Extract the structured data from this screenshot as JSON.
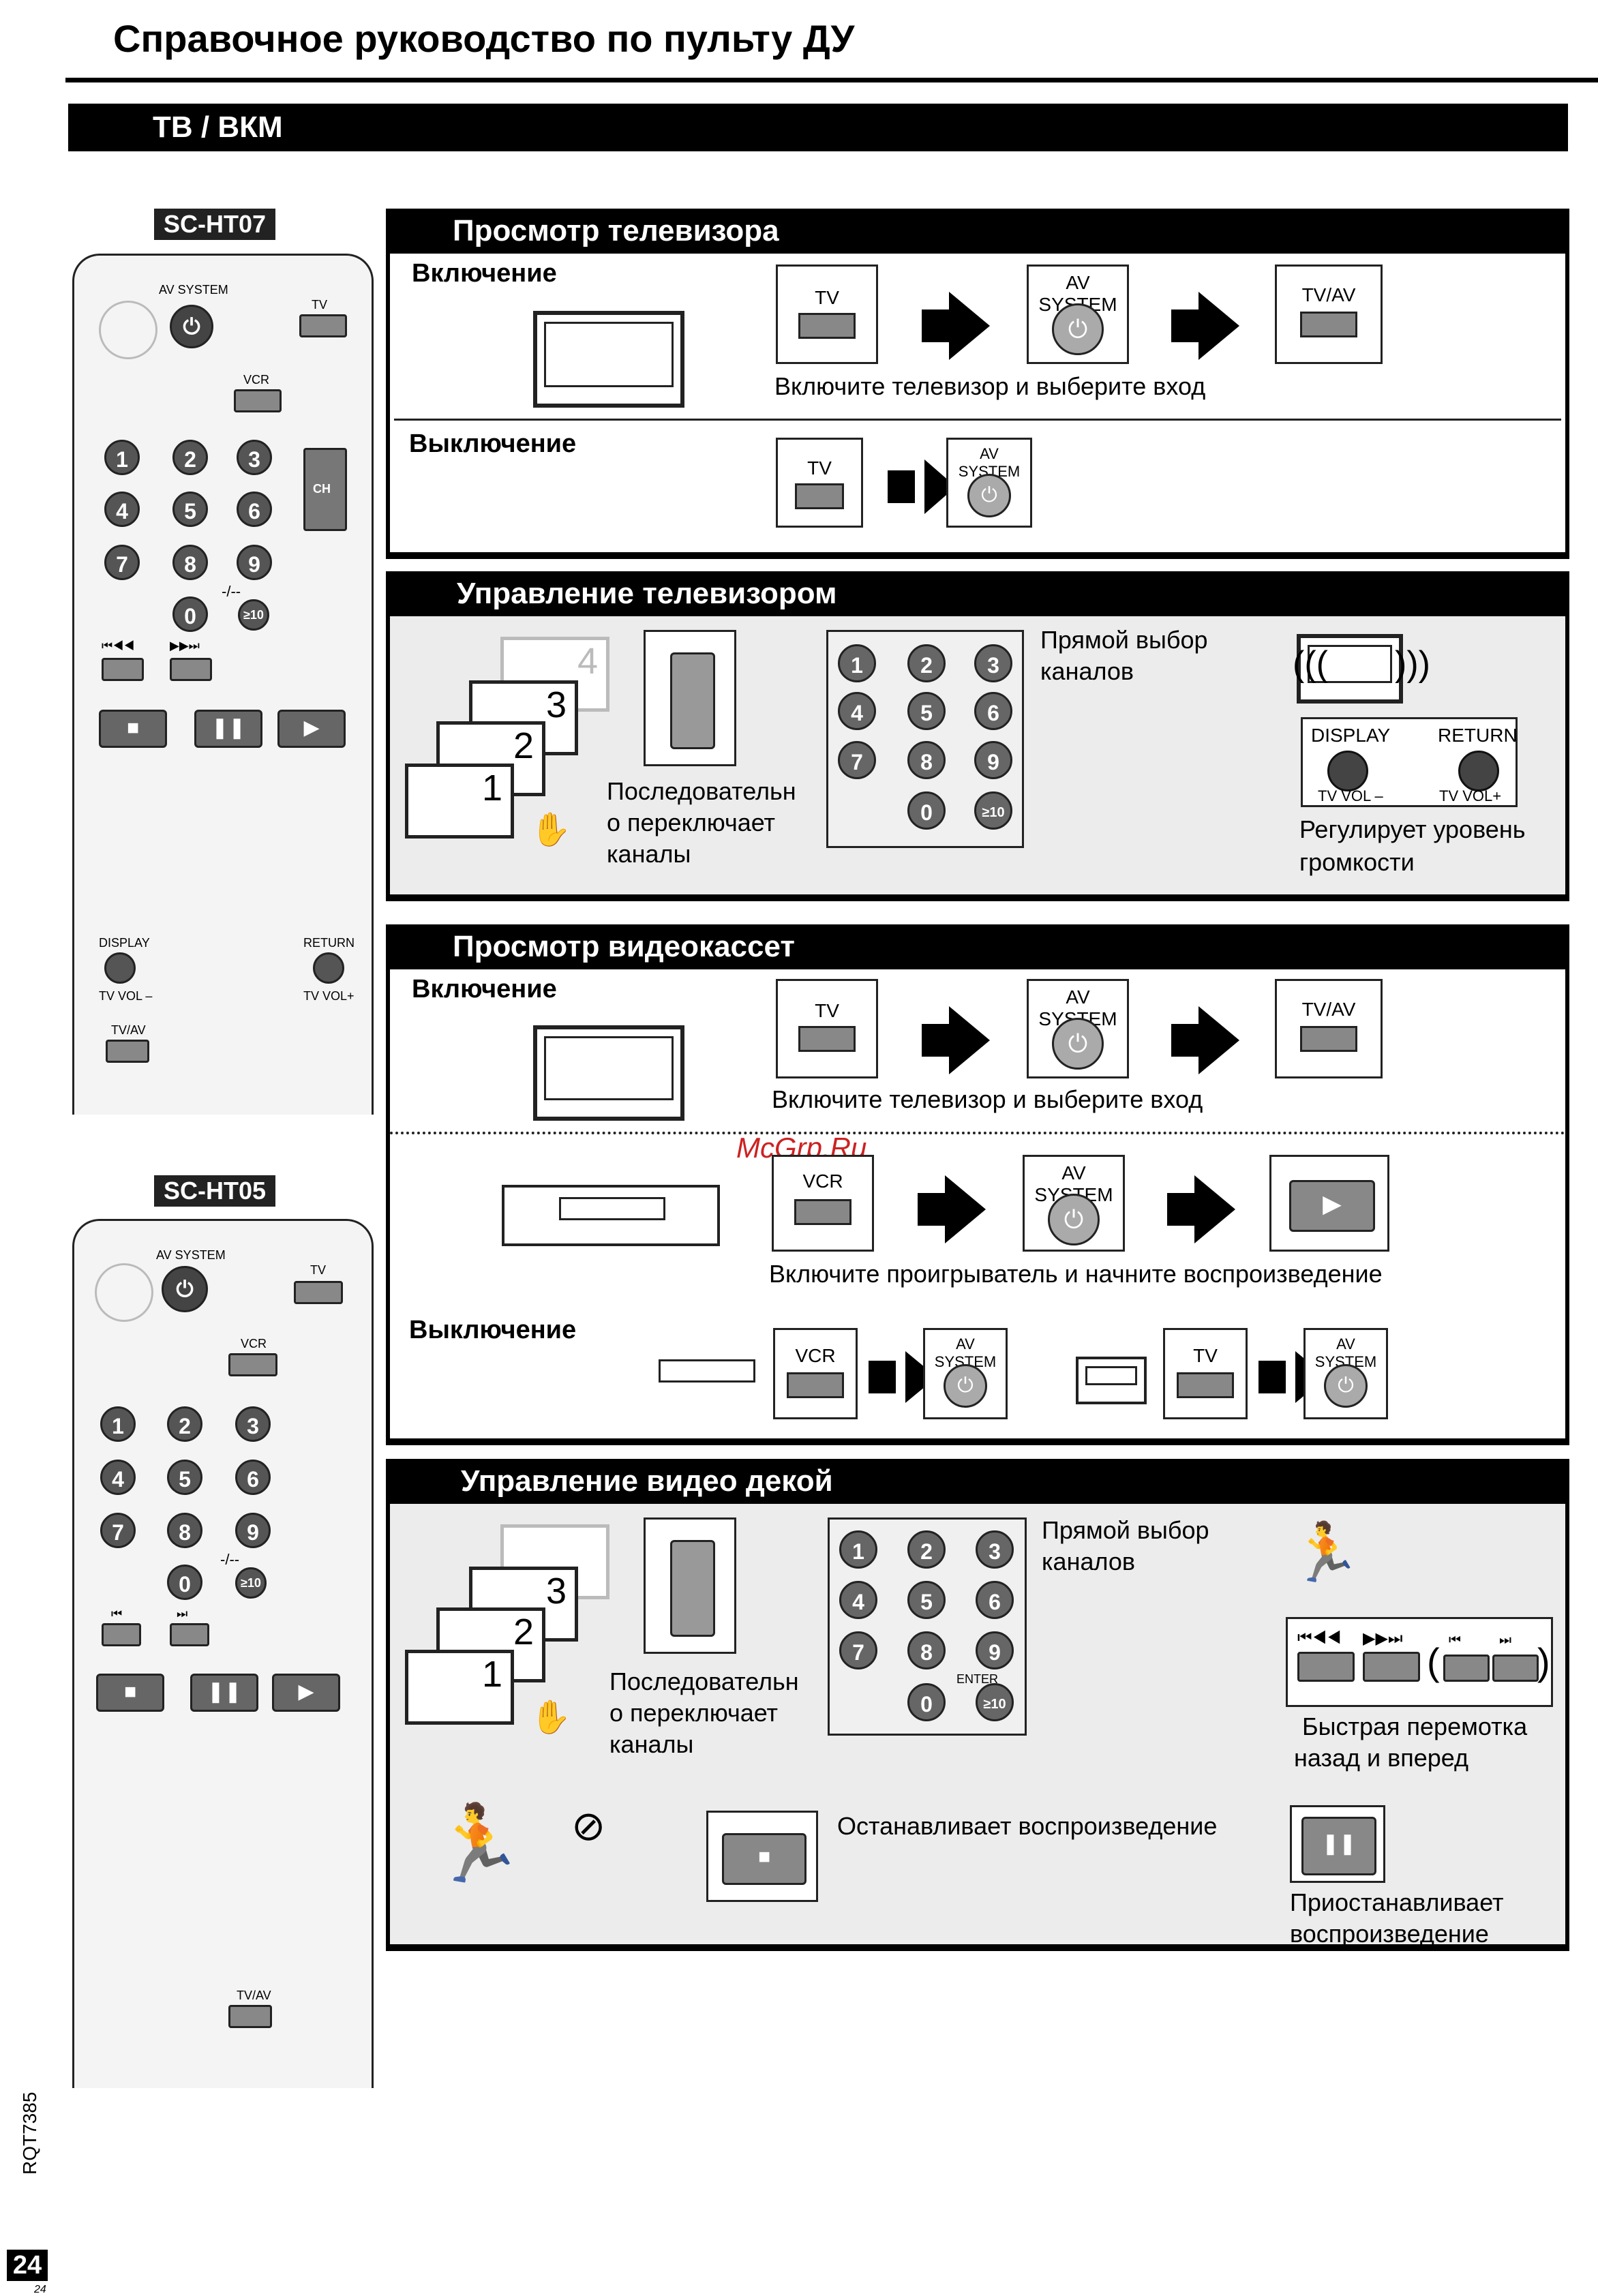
{
  "page_title": "Справочное руководство по пульту ДУ",
  "section_title": "ТВ / ВКМ",
  "remotes": [
    {
      "model": "SC-HT07",
      "labels": {
        "av_system": "AV SYSTEM",
        "tv": "TV",
        "vcr": "VCR",
        "ch": "CH",
        "display": "DISPLAY",
        "return": "RETURN",
        "tv_vol_minus": "TV VOL –",
        "tv_vol_plus": "TV VOL+",
        "tvav": "TV/AV",
        "skip_back": "⏮◀◀",
        "skip_fwd": "▶▶⏭"
      },
      "digits": [
        "1",
        "2",
        "3",
        "4",
        "5",
        "6",
        "7",
        "8",
        "9",
        "0",
        "-/--",
        "≥10"
      ]
    },
    {
      "model": "SC-HT05",
      "labels": {
        "av_system": "AV SYSTEM",
        "tv": "TV",
        "vcr": "VCR",
        "tvav": "TV/AV",
        "skip_back": "⏮",
        "skip_fwd": "⏭"
      },
      "digits": [
        "1",
        "2",
        "3",
        "4",
        "5",
        "6",
        "7",
        "8",
        "9",
        "0",
        "-/--",
        "≥10"
      ]
    }
  ],
  "panel_tv_view": {
    "heading": "Просмотр телевизора",
    "on_label": "Включение",
    "off_label": "Выключение",
    "on_caption": "Включите телевизор и выберите вход",
    "btn_tv": "TV",
    "btn_av_system": "AV SYSTEM",
    "btn_tvav": "TV/AV"
  },
  "panel_tv_control": {
    "heading": "Управление телевизором",
    "channels": [
      "1",
      "2",
      "3",
      "4"
    ],
    "seq_caption_1": "Последовательн",
    "seq_caption_2": "о переключает",
    "seq_caption_3": "каналы",
    "direct_1": "Прямой выбор",
    "direct_2": "каналов",
    "display": "DISPLAY",
    "return": "RETURN",
    "vol_minus": "TV VOL –",
    "vol_plus": "TV VOL+",
    "vol_caption_1": "Регулирует уровень",
    "vol_caption_2": "громкости"
  },
  "panel_vcr_view": {
    "heading": "Просмотр видеокассет",
    "on_label": "Включение",
    "off_label": "Выключение",
    "on_caption": "Включите телевизор и выберите вход",
    "vcr_caption": "Включите проигрыватель и начните воспроизведение",
    "btn_tv": "TV",
    "btn_vcr": "VCR",
    "btn_av_system": "AV SYSTEM",
    "btn_tvav": "TV/AV"
  },
  "panel_vcr_control": {
    "heading": "Управление видео декой",
    "channels": [
      "1",
      "2",
      "3"
    ],
    "seq_caption_1": "Последовательн",
    "seq_caption_2": "о переключает",
    "seq_caption_3": "каналы",
    "direct_1": "Прямой выбор",
    "direct_2": "каналов",
    "enter": "ENTER",
    "ff_caption_1": "Быстрая перемотка",
    "ff_caption_2": "назад и вперед",
    "stop_caption": "Останавливает воспроизведение",
    "pause_caption_1": "Приостанавливает",
    "pause_caption_2": "воспроизведение"
  },
  "watermark": "McGrp.Ru",
  "doc_code": "RQT7385",
  "page_number": "24",
  "page_number_small": "24"
}
